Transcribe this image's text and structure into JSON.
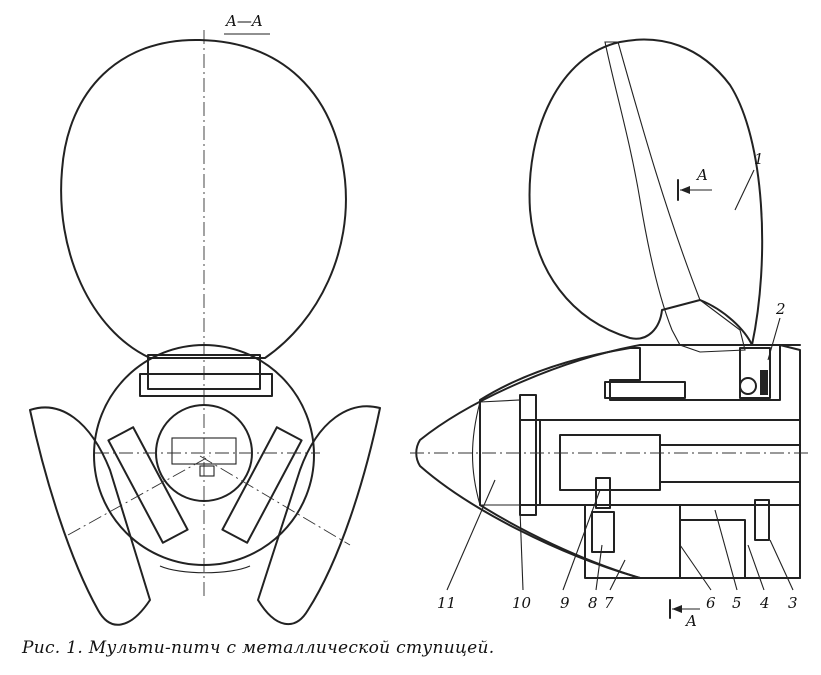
{
  "section_label": "A—A",
  "section_marker_letter": "A",
  "callouts": [
    "1",
    "2",
    "3",
    "4",
    "5",
    "6",
    "7",
    "8",
    "9",
    "10",
    "11"
  ],
  "caption": "Рис. 1. Мульти-питч с металлической ступицей.",
  "colors": {
    "line": "#222222",
    "background": "#ffffff"
  }
}
